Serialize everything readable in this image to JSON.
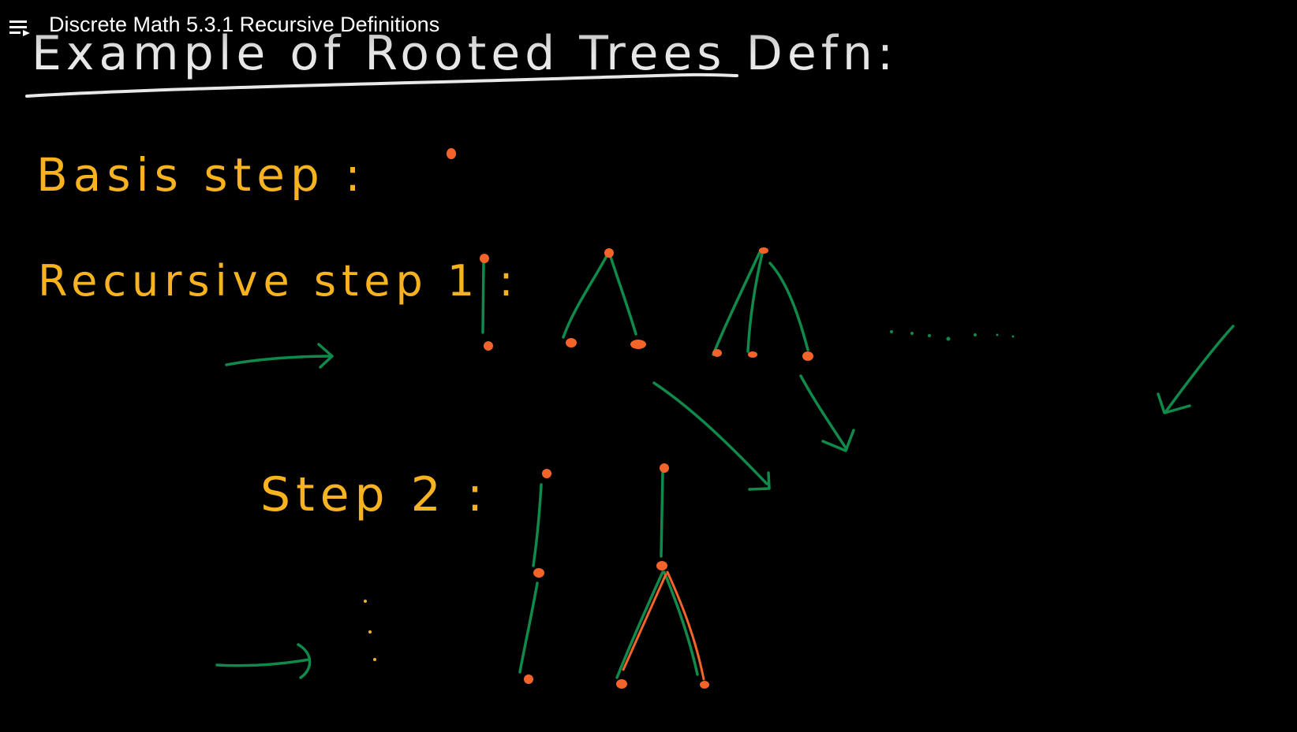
{
  "player": {
    "title": "Discrete Math 5.3.1 Recursive Definitions",
    "playlist_icon": "playlist-icon"
  },
  "board": {
    "heading": "Example of Rooted Trees Defn:",
    "basis_label": "Basis step :",
    "recursive_label": "Recursive step 1 :",
    "step2_label": "Step 2 :",
    "continuation_dots": "· · · . · · ·",
    "vertical_dots": "⋮",
    "colors": {
      "background": "#000000",
      "heading": "#e8e8e8",
      "labels": "#f7b21f",
      "edges": "#0f8a4a",
      "nodes": "#f2642a"
    }
  }
}
